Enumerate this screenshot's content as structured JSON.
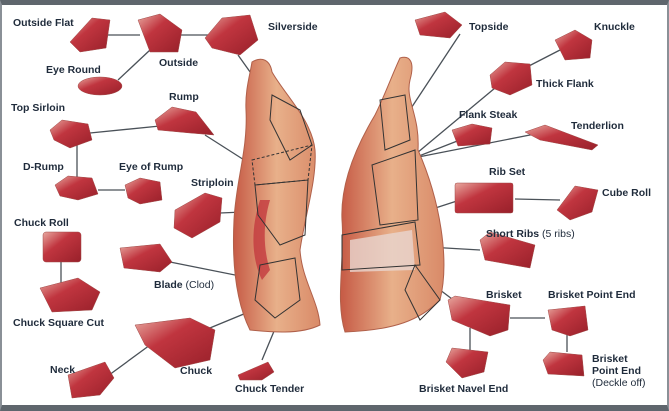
{
  "title": "Beef Cuts Diagram",
  "labels": {
    "outside_flat": "Outside Flat",
    "eye_round": "Eye Round",
    "outside": "Outside",
    "silverside": "Silverside",
    "top_sirloin": "Top Sirloin",
    "rump": "Rump",
    "d_rump": "D-Rump",
    "eye_of_rump": "Eye of Rump",
    "striploin": "Striploin",
    "chuck_roll": "Chuck Roll",
    "blade": "Blade",
    "blade_note": "(Clod)",
    "chuck_square_cut": "Chuck Square Cut",
    "neck": "Neck",
    "chuck": "Chuck",
    "chuck_tender": "Chuck Tender",
    "topside": "Topside",
    "knuckle": "Knuckle",
    "thick_flank": "Thick Flank",
    "flank_steak": "Flank Steak",
    "tenderlion": "Tenderlion",
    "rib_set": "Rib Set",
    "cube_roll": "Cube Roll",
    "short_ribs": "Short Ribs",
    "short_ribs_note": "(5 ribs)",
    "brisket": "Brisket",
    "brisket_point_end": "Brisket Point End",
    "brisket_point_end_2a": "Brisket",
    "brisket_point_end_2b": "Point End",
    "brisket_point_end_2_note": "(Deckle off)",
    "brisket_navel_end": "Brisket Navel End"
  },
  "colors": {
    "meat": "#b5303a",
    "fat": "#e9c2a6",
    "line": "#444b52",
    "frame": "#5f666d"
  }
}
